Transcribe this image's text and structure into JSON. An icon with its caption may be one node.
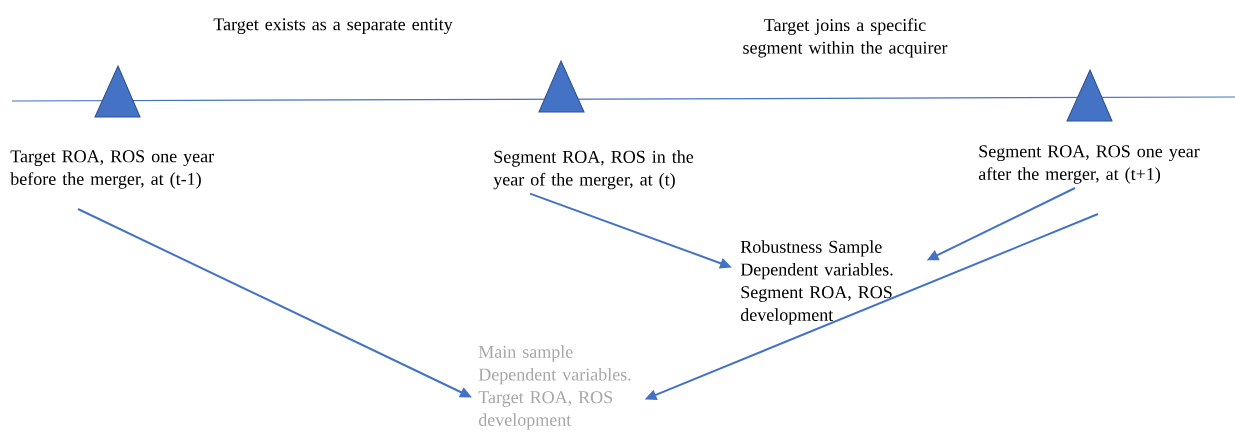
{
  "diagram": {
    "nodes": [
      {
        "text": [
          "Target ROA, ROS one year before the merger, at (t-1)"
        ]
      },
      {
        "text": [
          "Segment ROA, ROS in the year of the merger, at (t)"
        ]
      },
      {
        "text": [
          "Segment ROA, ROS one year after the merger, at (t+1)"
        ]
      },
      {
        "text": [
          "Robustness Sample Dependent variables. Segment ROA, ROS development"
        ]
      },
      {
        "text": [
          "Main sample Dependent variables. Target ROA, ROS development"
        ]
      }
    ],
    "edges": [
      {
        "from": 0,
        "to": 4,
        "arrow": "to"
      },
      {
        "from": 1,
        "to": 3,
        "arrow": "to"
      },
      {
        "from": 2,
        "to": 3,
        "arrow": "to"
      },
      {
        "from": 2,
        "to": 4,
        "arrow": "to"
      }
    ],
    "labels": [
      "Target exists as a separate entity",
      "Target joins a specific segment within the acquirer"
    ]
  }
}
